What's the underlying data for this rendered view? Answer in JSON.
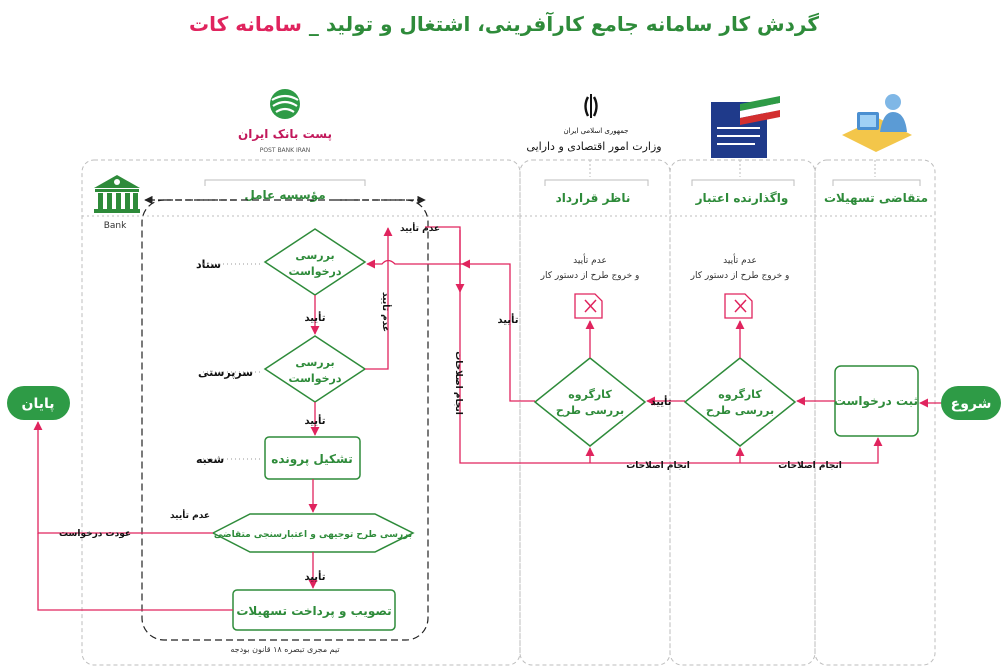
{
  "title": {
    "main": "گردش کار سامانه جامع کارآفرینی، اشتغال و تولید _",
    "accent": "سامانه کات"
  },
  "colors": {
    "green": "#2e8b3a",
    "green_fill": "#ffffff",
    "pink": "#e0245e",
    "lane_border": "#bdbdbd",
    "terminal": "#2e9b46"
  },
  "logos": {
    "bank_caption": "Bank",
    "postbank_fa": "پست بانک ایران",
    "postbank_en": "POST BANK IRAN",
    "ministry_line1": "جمهوری اسلامی ایران",
    "ministry_line2": "وزارت امور اقتصادی و دارایی",
    "ict_icon": "ict-ministry-icon",
    "applicant_icon": "user-computer-icon"
  },
  "lanes": {
    "agent": "مؤسسه عامل",
    "supervisor": "ناظر قرارداد",
    "grantor": "واگذارنده اعتبار",
    "applicant": "متقاضی تسهیلات"
  },
  "terminals": {
    "start": "شروع",
    "end": "پایان"
  },
  "levels": {
    "hq": "ستاد",
    "supervision": "سرپرستی",
    "branch": "شعبه"
  },
  "nodes": {
    "register": "ثبت درخواست",
    "workgroup_line1": "کارگروه",
    "workgroup_line2": "بررسی طرح",
    "review_line1": "بررسی",
    "review_line2": "درخواست",
    "file": "تشکیل پرونده",
    "assessment": "بررسی طرح توجیهی و اعتبارسنجی متقاضی",
    "approve_pay": "تصویب و پرداخت تسهیلات"
  },
  "notes": {
    "reject_line1": "عدم تأیید",
    "reject_line2": "و خروج طرح از دستور کار",
    "footer": "تیم مجری تبصره ۱۸ قانون بودجه"
  },
  "edges": {
    "approve": "تأیید",
    "reject": "عدم تأیید",
    "corrections": "انجام اصلاحات",
    "return": "عودت درخواست"
  }
}
